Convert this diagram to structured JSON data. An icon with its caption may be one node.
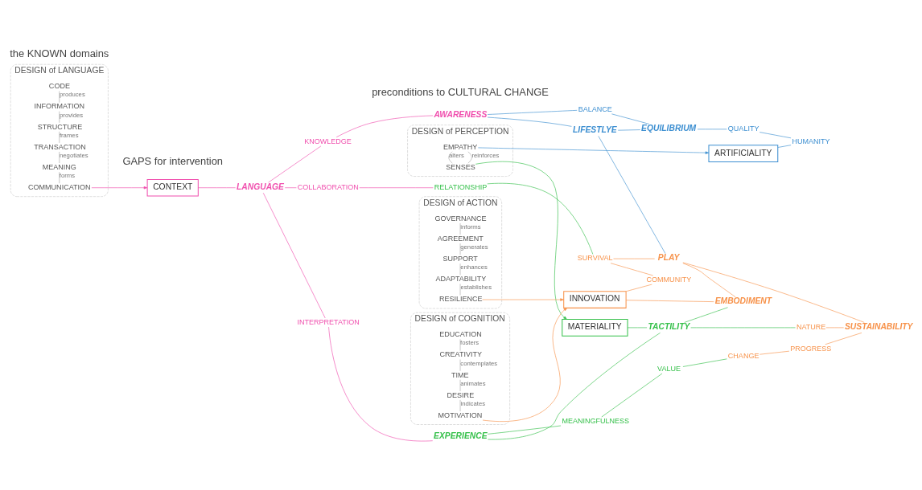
{
  "diagram": {
    "nodes": [
      {
        "text": [
          "DESIGN of LANGUAGE"
        ]
      },
      {
        "text": [
          "CODE"
        ],
        "in": 0
      },
      {
        "text": [
          "INFORMATION"
        ],
        "in": 0
      },
      {
        "text": [
          "STRUCTURE"
        ],
        "in": 0
      },
      {
        "text": [
          "TRANSACTION"
        ],
        "in": 0
      },
      {
        "text": [
          "MEANING"
        ],
        "in": 0
      },
      {
        "text": [
          "COMMUNICATION"
        ],
        "in": 0
      },
      {
        "text": [
          "DESIGN of PERCEPTION"
        ]
      },
      {
        "text": [
          "EMPATHY"
        ],
        "in": 7
      },
      {
        "text": [
          "SENSES"
        ],
        "in": 7
      },
      {
        "text": [
          "DESIGN of COGNITION"
        ]
      },
      {
        "text": [
          "EDUCATION"
        ],
        "in": 10
      },
      {
        "text": [
          "CREATIVITY"
        ],
        "in": 10
      },
      {
        "text": [
          "TIME"
        ],
        "in": 10
      },
      {
        "text": [
          "DESIRE"
        ],
        "in": 10
      },
      {
        "text": [
          "MOTIVATION"
        ],
        "in": 10
      },
      {
        "text": [
          "DESIGN of ACTION"
        ]
      },
      {
        "text": [
          "GOVERNANCE"
        ],
        "in": 16
      },
      {
        "text": [
          "AGREEMENT"
        ],
        "in": 16
      },
      {
        "text": [
          "SUPPORT"
        ],
        "in": 16
      },
      {
        "text": [
          "ADAPTABILITY"
        ],
        "in": 16
      },
      {
        "text": [
          "RESILIENCE"
        ],
        "in": 16
      },
      {
        "text": [
          "CONTEXT"
        ]
      },
      {
        "text": [
          "ARTIFICIALITY"
        ]
      },
      {
        "text": [
          "MATERIALITY"
        ]
      },
      {
        "text": [
          "INNOVATION"
        ]
      },
      {
        "text": [
          "AWARENESS"
        ]
      },
      {
        "text": [
          "KNOWLEDGE"
        ]
      },
      {
        "text": [
          "LANGUAGE"
        ]
      },
      {
        "text": [
          "COLLABORATION"
        ]
      },
      {
        "text": [
          "INTERPRETATION"
        ]
      },
      {
        "text": [
          "LIFESTLYE"
        ]
      },
      {
        "text": [
          "EQUILIBRIUM"
        ]
      },
      {
        "text": [
          "BALANCE"
        ]
      },
      {
        "text": [
          "QUALITY"
        ]
      },
      {
        "text": [
          "HUMANITY"
        ]
      },
      {
        "text": [
          "EXPERIENCE"
        ]
      },
      {
        "text": [
          "MEANINGFULNESS"
        ]
      },
      {
        "text": [
          "VALUE"
        ]
      },
      {
        "text": [
          "RELATIONSHIP"
        ]
      },
      {
        "text": [
          "CHANGE"
        ]
      },
      {
        "text": [
          "PROGRESS"
        ]
      },
      {
        "text": [
          "TACTILITY"
        ]
      },
      {
        "text": [
          "NATURE"
        ]
      },
      {
        "text": [
          "SURVIVAL"
        ]
      },
      {
        "text": [
          "PLAY"
        ]
      },
      {
        "text": [
          "SUSTAINABILITY"
        ]
      },
      {
        "text": [
          "COMMUNITY"
        ]
      },
      {
        "text": [
          "EMBODIMENT"
        ]
      }
    ],
    "edges": [
      {
        "from": 1,
        "to": 2,
        "arrow": "none",
        "label": "produces"
      },
      {
        "from": 2,
        "to": 3,
        "arrow": "none",
        "label": "provides"
      },
      {
        "from": 3,
        "to": 4,
        "arrow": "none",
        "label": "frames"
      },
      {
        "from": 4,
        "to": 5,
        "arrow": "none",
        "label": "negotiates"
      },
      {
        "from": 5,
        "to": 6,
        "arrow": "none",
        "label": "forms"
      },
      {
        "from": 8,
        "to": 9,
        "arrow": "none",
        "label": "reinforces"
      },
      {
        "from": 9,
        "to": 8,
        "arrow": "none",
        "label": "alters"
      },
      {
        "from": 11,
        "to": 12,
        "arrow": "none",
        "label": "fosters"
      },
      {
        "from": 12,
        "to": 13,
        "arrow": "none",
        "label": "contemplates"
      },
      {
        "from": 13,
        "to": 14,
        "arrow": "none",
        "label": "animates"
      },
      {
        "from": 14,
        "to": 15,
        "arrow": "none",
        "label": "indicates"
      },
      {
        "from": 17,
        "to": 18,
        "arrow": "none",
        "label": "informs"
      },
      {
        "from": 18,
        "to": 19,
        "arrow": "none",
        "label": "generates"
      },
      {
        "from": 19,
        "to": 20,
        "arrow": "none",
        "label": "enhances"
      },
      {
        "from": 20,
        "to": 21,
        "arrow": "none",
        "label": "establishes"
      },
      {
        "from": 6,
        "to": 22,
        "arrow": "to",
        "color": "#f04fae"
      },
      {
        "from": 8,
        "to": 23,
        "arrow": "to",
        "color": "#3d8fd1"
      },
      {
        "from": 9,
        "to": 24,
        "arrow": "to",
        "color": "#35c04a"
      },
      {
        "from": 15,
        "to": 25,
        "arrow": "to",
        "color": "#f7924a"
      },
      {
        "from": 21,
        "to": 25,
        "arrow": "to",
        "color": "#f7924a"
      },
      {
        "from": 22,
        "to": 28,
        "arrow": "none",
        "color": "#f04fae"
      },
      {
        "from": 28,
        "to": 27,
        "arrow": "none",
        "color": "#f04fae"
      },
      {
        "from": 27,
        "to": 26,
        "arrow": "none",
        "color": "#f04fae"
      },
      {
        "from": 28,
        "to": 29,
        "arrow": "none",
        "color": "#f04fae"
      },
      {
        "from": 28,
        "to": 30,
        "arrow": "none",
        "color": "#f04fae"
      },
      {
        "from": 30,
        "to": 36,
        "arrow": "none",
        "color": "#f04fae"
      },
      {
        "from": 29,
        "to": 39,
        "arrow": "none",
        "color": "#f04fae"
      },
      {
        "from": 26,
        "to": 33,
        "arrow": "none",
        "color": "#3d8fd1"
      },
      {
        "from": 26,
        "to": 31,
        "arrow": "none",
        "color": "#3d8fd1"
      },
      {
        "from": 31,
        "to": 32,
        "arrow": "none",
        "color": "#3d8fd1"
      },
      {
        "from": 33,
        "to": 32,
        "arrow": "none",
        "color": "#3d8fd1"
      },
      {
        "from": 32,
        "to": 34,
        "arrow": "none",
        "color": "#3d8fd1"
      },
      {
        "from": 34,
        "to": 35,
        "arrow": "none",
        "color": "#3d8fd1"
      },
      {
        "from": 23,
        "to": 35,
        "arrow": "none",
        "color": "#3d8fd1"
      },
      {
        "from": 31,
        "to": 45,
        "arrow": "none",
        "color": "#3d8fd1"
      },
      {
        "from": 24,
        "to": 42,
        "arrow": "none",
        "color": "#35c04a"
      },
      {
        "from": 36,
        "to": 37,
        "arrow": "none",
        "color": "#35c04a"
      },
      {
        "from": 37,
        "to": 38,
        "arrow": "none",
        "color": "#35c04a"
      },
      {
        "from": 38,
        "to": 40,
        "arrow": "none",
        "color": "#35c04a"
      },
      {
        "from": 36,
        "to": 42,
        "arrow": "none",
        "color": "#35c04a"
      },
      {
        "from": 42,
        "to": 48,
        "arrow": "none",
        "color": "#35c04a"
      },
      {
        "from": 39,
        "to": 44,
        "arrow": "none",
        "color": "#35c04a"
      },
      {
        "from": 42,
        "to": 43,
        "arrow": "none",
        "color": "#35c04a"
      },
      {
        "from": 40,
        "to": 41,
        "arrow": "none",
        "color": "#f7924a"
      },
      {
        "from": 41,
        "to": 46,
        "arrow": "none",
        "color": "#f7924a"
      },
      {
        "from": 43,
        "to": 46,
        "arrow": "none",
        "color": "#f7924a"
      },
      {
        "from": 44,
        "to": 45,
        "arrow": "none",
        "color": "#f7924a"
      },
      {
        "from": 45,
        "to": 46,
        "arrow": "none",
        "color": "#f7924a"
      },
      {
        "from": 45,
        "to": 48,
        "arrow": "none",
        "color": "#f7924a"
      },
      {
        "from": 44,
        "to": 47,
        "arrow": "none",
        "color": "#f7924a"
      },
      {
        "from": 25,
        "to": 47,
        "arrow": "none",
        "color": "#f7924a"
      },
      {
        "from": 25,
        "to": 48,
        "arrow": "none",
        "color": "#f7924a"
      }
    ],
    "labels": [
      "the KNOWN domains",
      "GAPS for intervention",
      "preconditions to CULTURAL CHANGE"
    ]
  }
}
